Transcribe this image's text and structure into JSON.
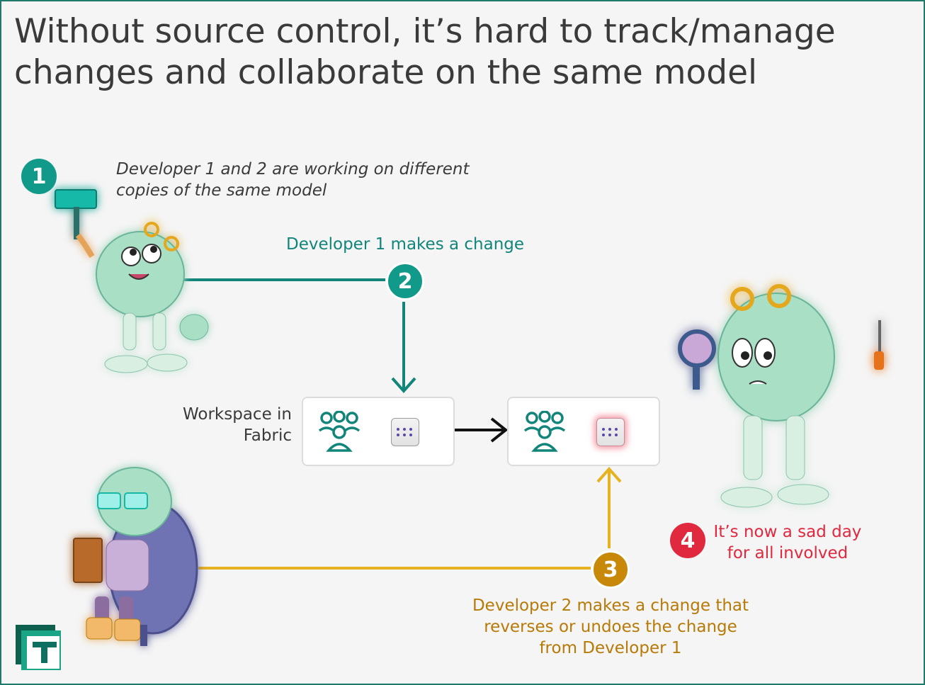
{
  "title": "Without source control, it’s hard to track/manage changes and collaborate on the same model",
  "step1": {
    "number": "1",
    "text_line1": "Developer 1 and 2 are working on different",
    "text_line2": "copies of the same model"
  },
  "step2": {
    "number": "2",
    "text": "Developer 1 makes a change"
  },
  "step3": {
    "number": "3",
    "text_line1": "Developer 2 makes a change that",
    "text_line2": "reverses or undoes the change",
    "text_line3": "from Developer 1"
  },
  "step4": {
    "number": "4",
    "text_line1": "It’s now a sad day",
    "text_line2": "for all involved"
  },
  "workspace": {
    "label_line1": "Workspace in",
    "label_line2": "Fabric"
  },
  "colors": {
    "teal": "#11857a",
    "gold": "#b77a07",
    "red": "#e0283f",
    "border": "#1f7a6b"
  },
  "icons": [
    "workspace-icon",
    "semantic-model-icon",
    "developer-1-character",
    "developer-2-character",
    "sad-developer-character",
    "brand-logo"
  ]
}
